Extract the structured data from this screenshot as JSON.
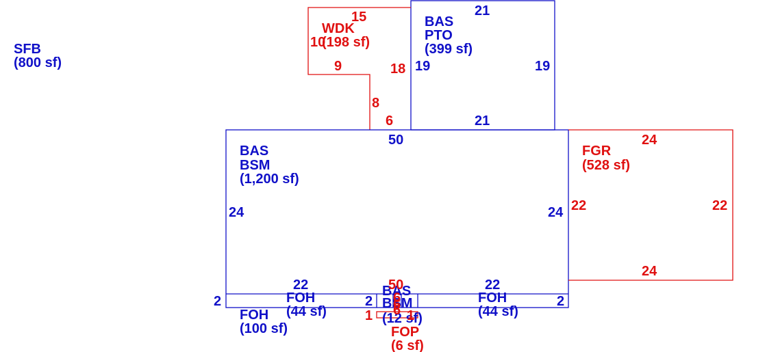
{
  "colors": {
    "living": "#1010c8",
    "other": "#e01010"
  },
  "summary": {
    "code": "SFB",
    "area": "(800 sf)"
  },
  "areas": {
    "pto": {
      "code1": "BAS",
      "code2": "PTO",
      "area": "(399 sf)"
    },
    "wdk": {
      "code": "WDK",
      "area": "(198 sf)"
    },
    "bsm": {
      "code1": "BAS",
      "code2": "BSM",
      "area": "(1,200 sf)"
    },
    "fgr": {
      "code": "FGR",
      "area": "(528 sf)"
    },
    "foh_left": {
      "code": "FOH",
      "area": "(44 sf)"
    },
    "foh_right": {
      "code": "FOH",
      "area": "(44 sf)"
    },
    "foh_main": {
      "code": "FOH",
      "area": "(100 sf)"
    },
    "bas_small": {
      "code1": "BAS",
      "code2": "BSM",
      "area": "(12 sf)"
    },
    "fop": {
      "code": "FOP",
      "area": "(6 sf)"
    }
  },
  "dims": {
    "pto_top": "21",
    "pto_bottom": "21",
    "pto_left": "19",
    "pto_right": "19",
    "wdk_top": "15",
    "wdk_left": "10",
    "wdk_inner": "9",
    "wdk_right": "18",
    "wdk_step": "8",
    "wdk_bottom": "6",
    "bsm_top": "50",
    "bsm_left": "24",
    "bsm_right": "24",
    "fgr_top": "24",
    "fgr_left": "22",
    "fgr_right": "22",
    "fgr_bottom": "24",
    "foh_left_top": "22",
    "foh_right_top": "22",
    "strip_left": "2",
    "strip_mid": "2",
    "strip_right": "2",
    "small_top": "50",
    "small_a": "6",
    "small_b": "6",
    "small_c": "6",
    "fop_left": "1",
    "fop_right": "1"
  }
}
